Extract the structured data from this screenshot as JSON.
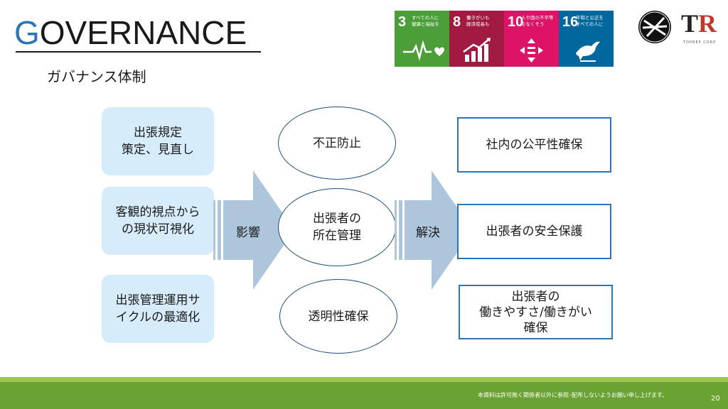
{
  "header": {
    "title_first": "G",
    "title_rest": "OVERNANCE",
    "subtitle": "ガバナンス体制"
  },
  "sdgs": [
    {
      "num": "3",
      "text": "すべての人に\n健康と福祉を",
      "color": "#4c9f38",
      "icon": "heartbeat-icon"
    },
    {
      "num": "8",
      "text": "働きがいも\n経済成長も",
      "color": "#a21942",
      "icon": "growth-chart-icon"
    },
    {
      "num": "10",
      "text": "人や国の不平等\nをなくそう",
      "color": "#dd1367",
      "icon": "equality-icon"
    },
    {
      "num": "16",
      "text": "平和と公正を\nすべての人に",
      "color": "#00689d",
      "icon": "dove-icon"
    }
  ],
  "logo": {
    "main": "TR",
    "sub": "TOPREP CORP"
  },
  "left_boxes": [
    {
      "label": "出張規定\n策定、見直し"
    },
    {
      "label": "客観的視点から\nの現状可視化"
    },
    {
      "label": "出張管理運用サ\nイクルの最適化"
    }
  ],
  "arrow_left_label": "影響",
  "center_ellipses": [
    {
      "label": "不正防止"
    },
    {
      "label": "出張者の\n所在管理"
    },
    {
      "label": "透明性確保"
    }
  ],
  "arrow_right_label": "解決",
  "right_boxes": [
    {
      "label": "社内の公平性確保"
    },
    {
      "label": "出張者の安全保護"
    },
    {
      "label": "出張者の\n働きやすさ/働きがい\n確保"
    }
  ],
  "footer": {
    "note": "本資料は許可無く関係者以外に参照･配布しないようお願い申し上げます。",
    "page": "20"
  }
}
